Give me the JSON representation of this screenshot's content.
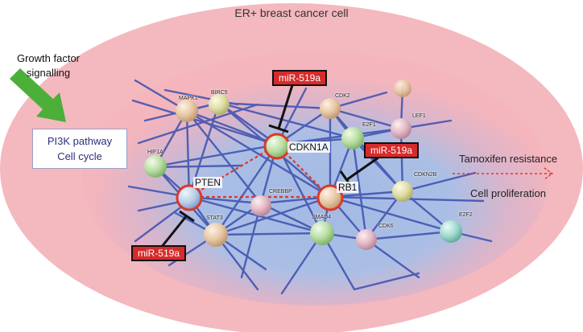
{
  "cell": {
    "title": "ER+ breast cancer cell"
  },
  "inputs": {
    "growth_factor": [
      "Growth factor",
      "signalling"
    ],
    "pathway_box": [
      "PI3K pathway",
      "Cell cycle"
    ]
  },
  "outputs": {
    "resistance": "Tamoxifen resistance",
    "proliferation": "Cell proliferation"
  },
  "microrna": {
    "label": "miR-519a",
    "targets": [
      "CDKN1A",
      "RB1",
      "PTEN"
    ]
  },
  "network": {
    "target_genes": [
      "CDKN1A",
      "PTEN",
      "RB1"
    ],
    "other_genes": [
      "MAPK1",
      "BIRC5",
      "CDK2",
      "E2F1",
      "LEF1",
      "HIF1A",
      "CDKN2B",
      "CREBBP",
      "STAT3",
      "SMAD4",
      "CDK6",
      "E2F2"
    ]
  },
  "colors": {
    "cell_outer": "#f4b8bf",
    "cell_inner": "#a4bde6",
    "edge": "#3a4fae",
    "mirna_fill": "#d62b2b",
    "target_ring": "#d93a2a",
    "arrow": "#4caf3a",
    "inhibition": "#111111"
  },
  "icons": {
    "growth_arrow": "green-arrow",
    "output_arrow": "dashed-red-arrow"
  }
}
